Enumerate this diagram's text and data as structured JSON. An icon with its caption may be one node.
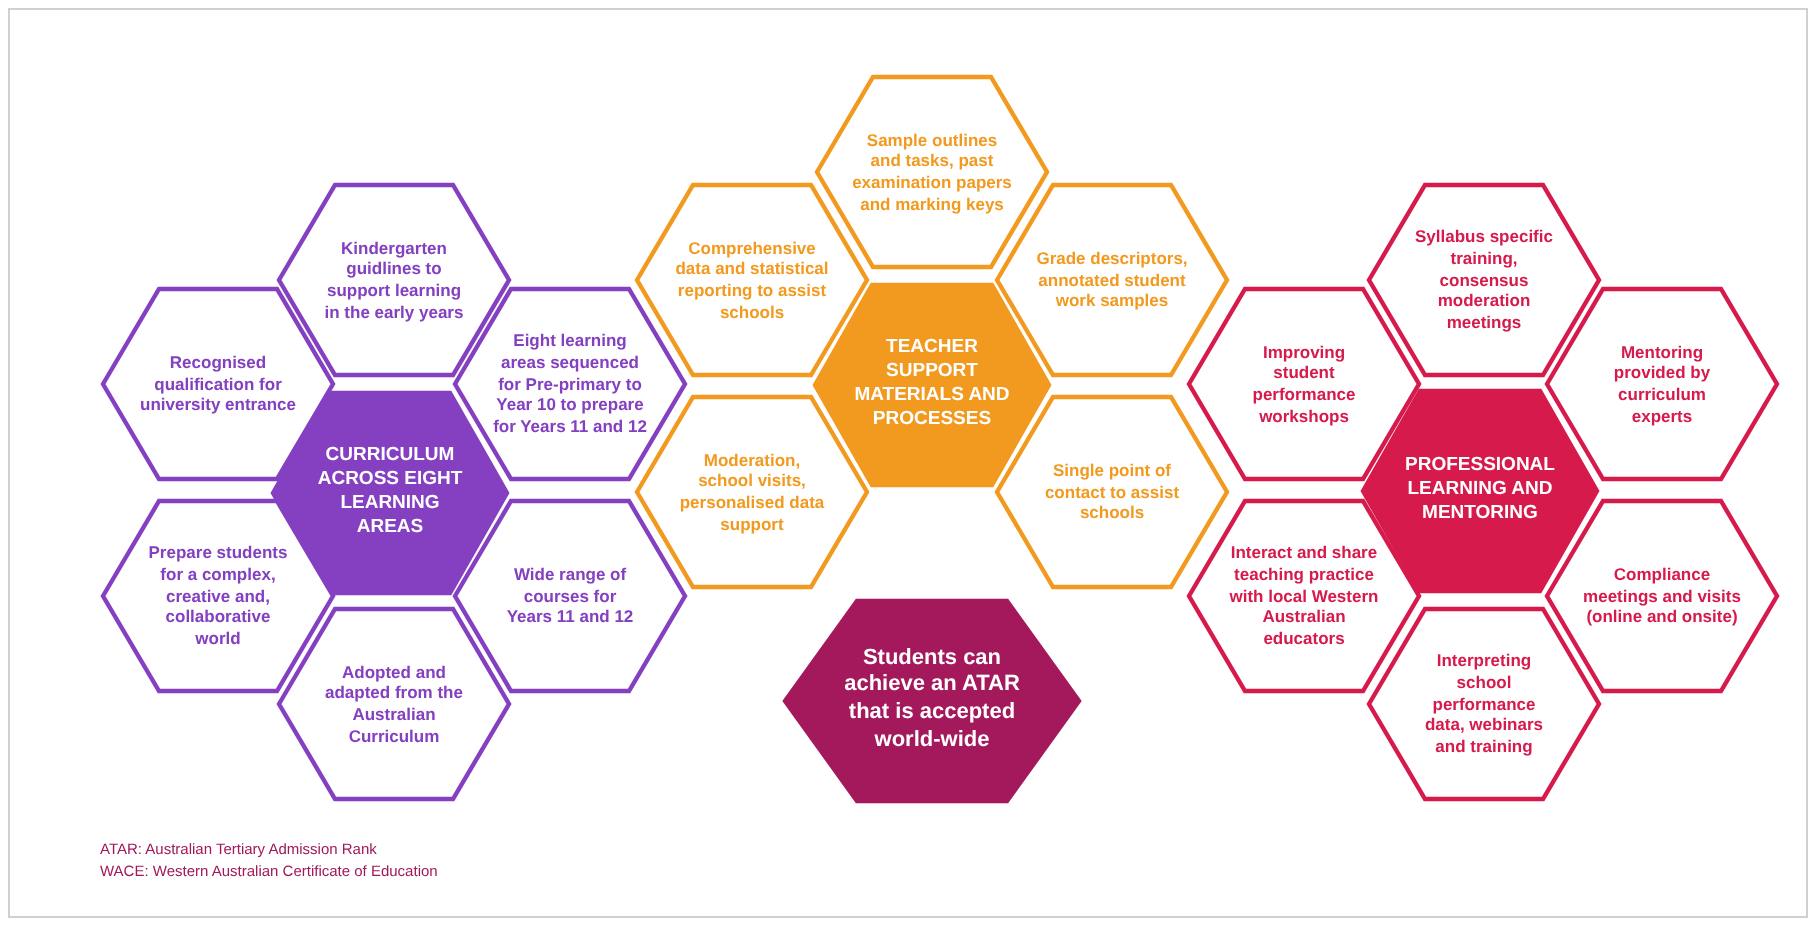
{
  "diagram": {
    "nodes": [
      {
        "text": [
          "CURRICULUM ACROSS EIGHT LEARNING AREAS"
        ]
      },
      {
        "text": [
          "Kindergarten guidlines to support learning in the early years"
        ]
      },
      {
        "text": [
          "Recognised qualification for university entrance"
        ]
      },
      {
        "text": [
          "Eight learning areas sequenced for Pre-primary to Year 10 to prepare for Years 11 and 12"
        ]
      },
      {
        "text": [
          "Prepare students for a complex, creative and, collaborative world"
        ]
      },
      {
        "text": [
          "Wide range of courses for Years 11 and 12"
        ]
      },
      {
        "text": [
          "Adopted and adapted from the Australian Curriculum"
        ]
      },
      {
        "text": [
          "TEACHER SUPPORT MATERIALS AND PROCESSES"
        ]
      },
      {
        "text": [
          "Sample outlines and tasks, past examination papers and marking keys"
        ]
      },
      {
        "text": [
          "Comprehensive data and statistical reporting to assist schools"
        ]
      },
      {
        "text": [
          "Grade descriptors, annotated student work samples"
        ]
      },
      {
        "text": [
          "Moderation, school visits, personalised data support"
        ]
      },
      {
        "text": [
          "Single point of contact to assist schools"
        ]
      },
      {
        "text": [
          "Students can achieve an ATAR that is accepted world-wide"
        ]
      },
      {
        "text": [
          "PROFESSIONAL LEARNING AND MENTORING"
        ]
      },
      {
        "text": [
          "Syllabus specific training, consensus moderation meetings"
        ]
      },
      {
        "text": [
          "Improving student performance workshops"
        ]
      },
      {
        "text": [
          "Mentoring provided by curriculum experts"
        ]
      },
      {
        "text": [
          "Interact and share teaching practice with local Western Australian educators"
        ]
      },
      {
        "text": [
          "Compliance meetings and visits (online and onsite)"
        ]
      },
      {
        "text": [
          "Interpreting school performance data, webinars and training"
        ]
      }
    ],
    "edges": [],
    "labels": [
      "ATAR: Australian Tertiary Admission Rank",
      "WACE: Western Australian Certificate of Education"
    ]
  }
}
